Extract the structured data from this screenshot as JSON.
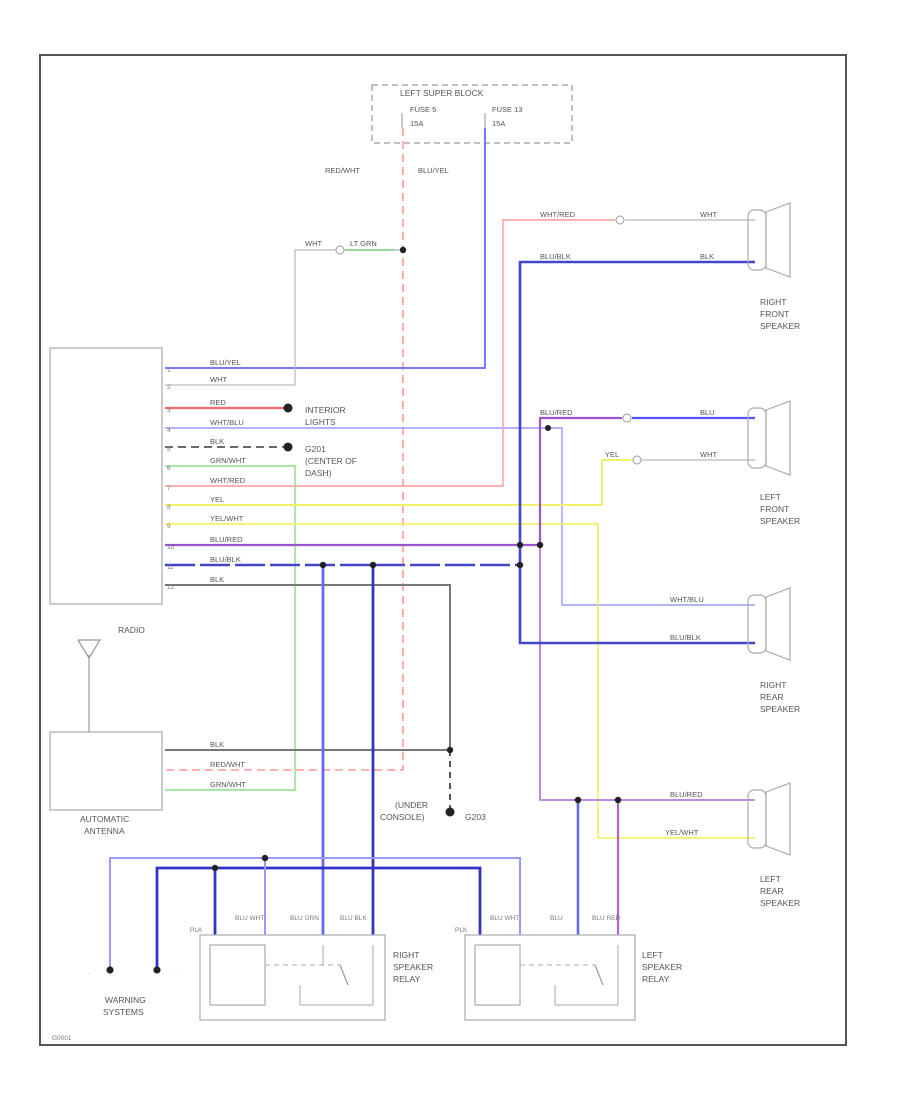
{
  "title": "",
  "fuse_block": {
    "title": "LEFT SUPER BLOCK",
    "fuse_a": "FUSE 5",
    "fuse_a_rating": "15A",
    "fuse_b": "FUSE 13",
    "fuse_b_rating": "15A"
  },
  "components": {
    "radio": "RADIO",
    "antenna_line1": "AUTOMATIC",
    "antenna_line2": "ANTENNA",
    "interior_lights_line1": "INTERIOR",
    "interior_lights_line2": "LIGHTS",
    "ground_dash_line1": "G201",
    "ground_dash_line2": "(CENTER OF",
    "ground_dash_line3": "DASH)",
    "under_console_line1": "(UNDER",
    "under_console_line2": "CONSOLE)",
    "under_console_ground": "G203",
    "right_front_speaker": [
      "RIGHT",
      "FRONT",
      "SPEAKER"
    ],
    "left_front_speaker": [
      "LEFT",
      "FRONT",
      "SPEAKER"
    ],
    "right_rear_speaker": [
      "RIGHT",
      "REAR",
      "SPEAKER"
    ],
    "left_rear_speaker": [
      "LEFT",
      "REAR",
      "SPEAKER"
    ],
    "right_speaker_relay_line1": "RIGHT",
    "right_speaker_relay_line2": "SPEAKER",
    "right_speaker_relay_line3": "RELAY",
    "left_speaker_relay_line1": "LEFT",
    "left_speaker_relay_line2": "SPEAKER",
    "left_speaker_relay_line3": "RELAY",
    "warning_system_line1": "WARNING",
    "warning_system_line2": "SYSTEMS"
  },
  "wire_labels": {
    "red_wht_top": "RED/WHT",
    "blu_yel_top": "BLU/YEL",
    "wht_lt_grn": "WHT",
    "lt_grn": "LT GRN",
    "wht_red_rf": "WHT/RED",
    "wht_rf": "WHT",
    "blu_blk_rf": "BLU/BLK",
    "blk_rf": "BLK",
    "blu_red_lf": "BLU/RED",
    "blu_lf": "BLU",
    "yel_lf": "YEL",
    "wht_lf": "WHT",
    "wht_blu_rr": "WHT/BLU",
    "blu_blk_rr": "BLU/BLK",
    "blu_red_lr": "BLU/RED",
    "yel_wht_lr": "YEL/WHT",
    "ant_blk": "BLK",
    "ant_red_wht": "RED/WHT",
    "ant_grn_wht": "GRN/WHT"
  },
  "radio_pins": [
    {
      "pin": "1",
      "wire": "BLU/YEL"
    },
    {
      "pin": "2",
      "wire": "WHT"
    },
    {
      "pin": "3",
      "wire": "RED"
    },
    {
      "pin": "4",
      "wire": "WHT/BLU"
    },
    {
      "pin": "5",
      "wire": "BLK"
    },
    {
      "pin": "6",
      "wire": "GRN/WHT"
    },
    {
      "pin": "7",
      "wire": "WHT/RED"
    },
    {
      "pin": "8",
      "wire": "YEL"
    },
    {
      "pin": "9",
      "wire": "YEL/WHT"
    },
    {
      "pin": "10",
      "wire": "BLU/RED"
    },
    {
      "pin": "11",
      "wire": "BLU/BLK"
    },
    {
      "pin": "12",
      "wire": "BLK"
    }
  ],
  "relay_pins": {
    "right": [
      "PLK",
      "BLU WHT",
      "BLU GRN",
      "BLU BLK"
    ],
    "left": [
      "PLK",
      "BLU WHT",
      "BLU",
      "BLU RED"
    ]
  },
  "footer_code": "G0001"
}
